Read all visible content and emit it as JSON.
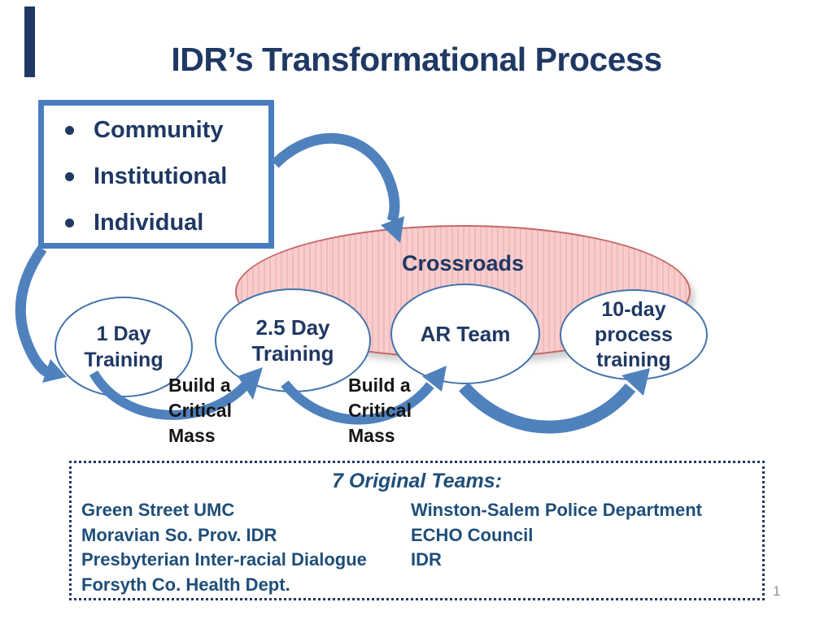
{
  "slide": {
    "title": "IDR’s Transformational Process",
    "page_number": "1"
  },
  "colors": {
    "navy_text": "#1f3864",
    "list_text": "#1f4e79",
    "arrow_blue": "#4f81bd",
    "levels_box_border": "#4a7cc0",
    "ellipse_border": "#4273ab",
    "crossroads_fill": "#f9cdcd",
    "crossroads_stripe": "#f1baba",
    "crossroads_border": "#c56565",
    "mass_text": "#151515",
    "page_number_gray": "#909090"
  },
  "levels_box": {
    "items": [
      "Community",
      "Institutional",
      "Individual"
    ]
  },
  "crossroads_label": "Crossroads",
  "process_ellipses": [
    {
      "name": "1-day-training",
      "lines": [
        "1 Day",
        "Training"
      ]
    },
    {
      "name": "2-5-day-training",
      "lines": [
        "2.5 Day",
        "Training"
      ]
    },
    {
      "name": "ar-team",
      "lines": [
        "AR Team"
      ]
    },
    {
      "name": "10-day-process-training",
      "lines": [
        "10-day",
        "process",
        "training"
      ]
    }
  ],
  "critical_mass_labels": [
    {
      "lines": [
        "Build a",
        "Critical",
        "Mass"
      ]
    },
    {
      "lines": [
        "Build a",
        "Critical",
        "Mass"
      ]
    }
  ],
  "teams_box": {
    "title": "7 Original Teams:",
    "column1": [
      "Green Street UMC",
      "Moravian So. Prov. IDR",
      "Presbyterian Inter-racial Dialogue",
      "Forsyth Co. Health Dept."
    ],
    "column2": [
      "Winston-Salem Police Department",
      "ECHO Council",
      "IDR"
    ]
  }
}
